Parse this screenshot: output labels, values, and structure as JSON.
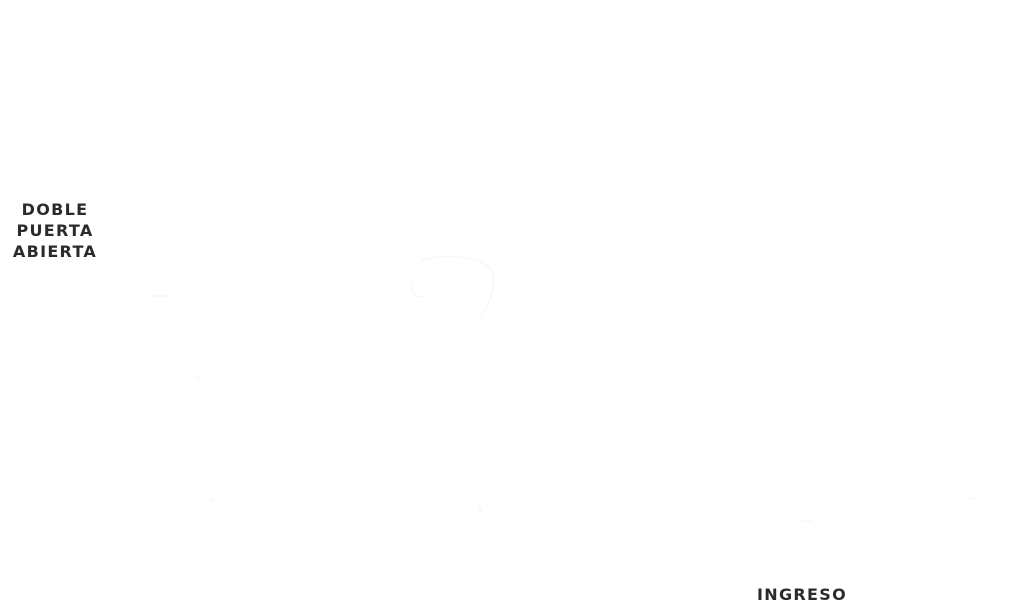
{
  "labels": {
    "door": {
      "line1": "DOBLE",
      "line2": "PUERTA",
      "line3": "ABIERTA"
    },
    "entrance": "INGRESO"
  }
}
